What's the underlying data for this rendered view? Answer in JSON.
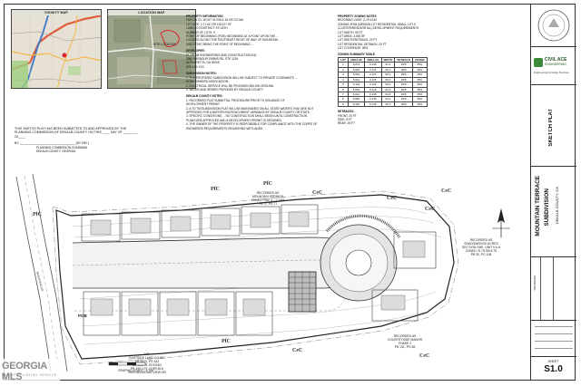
{
  "maps": {
    "vicinity_title": "VICINITY MAP",
    "location_title": "LOCATION MAP",
    "site_label": "SITE LOCATION"
  },
  "notes": {
    "info_title": "PROPERTY INFORMATION",
    "info_lines": [
      "PARCEL ID: 18 097 03 008 & 18 097 03 046",
      "LOT SIZE: 2.71 AC OR 118,127 SF",
      "LAND LOT/DISTRICT: 97/ 18TH",
      "NUMBER OF LOTS: 9",
      "POINT OF BEGINNING (POB): BEGINNING AT A POINT UPON THE ...",
      "LOCATED ALONG THE SOUTHEAST RIGHT OF WAY OF MOUNTAIN ...",
      "SAID POINT BEING THE POINT OF BEGINNING ..."
    ],
    "developer_title": "DEVELOPER:",
    "developer_lines": [
      "EL GRAM ENGINEERING AND CONSTRUCTION INC",
      "3380 HARBOUR FARMS RD, STE 1234",
      "ALPHARETTA, GA 30005",
      "678 XXX XXX"
    ],
    "sub_title": "SUBDIVISION NOTES:",
    "sub_lines": [
      "1. THE PROPOSED SUBDIVISION WILL BE SUBJECT TO PRIVATE COVENANTS ...",
      "   HOMEOWNERS ASSOCIATION.",
      "2. ELECTRICAL SERVICE WILL BE PROVIDED BELOW GROUND.",
      "3. WATER AND SEWER PROVIDED BY DEKALB COUNTY"
    ],
    "dekalb_title": "DEKALB COUNTY NOTES:",
    "dekalb_lines": [
      "1. RECORDED PLAT SUBMITTAL PROCEDURE PRIOR TO ISSUANCE OF",
      "   DEVELOPMENT PERMIT.",
      "2. A TO TIE/SUBDIVISION PLAT WILL BE MAINTAINED ON ALL STATE WATERS THAT ARE NOT",
      "   APPROVED FOR A BUFFER ENCROACHMENT VARIANCE BY DEKALB COUNTY OR STATE.",
      "3. SPECIFIC CONDITIONS ... NO CONSTRUCTION SHALL BEGIN UNTIL CONSTRUCTION",
      "   PLANS ARE APPROVED AND A DEVELOPMENT PERMIT IS OBTAINED.",
      "4. THE OWNER OF THE PROPERTY IS RESPONSIBLE FOR COMPLIANCE WITH THE CORPS OF",
      "   ENGINEERS REQUIREMENTS REGARDING WETLANDS."
    ]
  },
  "zoning": {
    "title": "PROPERTY ZONING NOTES",
    "lines": [
      "REZONING CASE: Z-19-1234",
      "ZONING: RSM (MEDIUM LOT RESIDENTIAL SMALL LOT-5",
      "CLUSTER/RESIDENTIAL) DEVELOPMENT REQUIREMENTS",
      "LOT WIDTH: 60 FT",
      "LOT AREA: 3,500 SF",
      "LOT WIDTH/SETBACK: 20 FT",
      "LOT RESIDENTIAL SETBACK: 20 FT",
      "LOT COVERAGE: 35%"
    ],
    "table_title": "ZONING SUMMARY TABLE",
    "table_headers": [
      "LOT",
      "AREA SF",
      "AREA AC",
      "WIDTH",
      "SETBACK",
      "COVER"
    ],
    "table_rows": [
      [
        "1",
        "5,874",
        "0.135",
        "61.2",
        "20/5",
        "35%"
      ],
      [
        "2",
        "5,016",
        "0.115",
        "60.0",
        "20/5",
        "35%"
      ],
      [
        "3",
        "5,003",
        "0.115",
        "60.0",
        "20/5",
        "35%"
      ],
      [
        "4",
        "5,011",
        "0.115",
        "60.0",
        "20/5",
        "35%"
      ],
      [
        "5",
        "5,122",
        "0.118",
        "60.0",
        "20/5",
        "35%"
      ],
      [
        "6",
        "5,640",
        "0.129",
        "62.3",
        "20/5",
        "35%"
      ],
      [
        "7",
        "6,012",
        "0.138",
        "64.8",
        "20/5",
        "35%"
      ],
      [
        "8",
        "5,884",
        "0.135",
        "63.1",
        "20/5",
        "35%"
      ],
      [
        "9",
        "6,320",
        "0.145",
        "66.0",
        "20/5",
        "35%"
      ]
    ],
    "setback_title": "SETBACKS",
    "setback_lines": [
      "FRONT: 20 FT",
      "SIDE: 5 FT",
      "REAR: 15 FT"
    ]
  },
  "approval": {
    "line1": "THIS SKETCH PLAT HAS BEEN SUBMITTED TO AND APPROVED BY THE",
    "line2": "PLANNING COMMISSION OF DEKALB COUNTY ON THIS ____ DAY OF ________",
    "line3": "20____",
    "sig_by": "BY: ________________________________  (BY DIR.)",
    "sig_line1": "PLANNING COMMISSION CHAIRMAN",
    "sig_line2": "DEKALB COUNTY, GEORGIA"
  },
  "plan": {
    "zones": [
      "PfC",
      "PfC",
      "CeC",
      "CeC",
      "CeC",
      "CeC",
      "PfC",
      "CeC",
      "PfC",
      "CeC"
    ],
    "recorded_top": [
      "RECORDED AS",
      "MOUNTAIN SPRINGS",
      "ZONED: RSF-1 .. 7.74M",
      "PB 72, PG 77"
    ],
    "recorded_right": [
      "RECORDED AS",
      "SHADOWROCK ACRES",
      "SECTION ONE, UNIT 5 & 6",
      "ZONED: R-75 DB 6.75",
      "PB 30, PG 108"
    ],
    "recorded_bottom_left": [
      "N/F",
      "EASTSIDE LAND CO INC",
      "DB 5823, PG 442",
      "ZONED: R-75 ROAD",
      "PB 195 LOT 13 PB BLK",
      "9999 MOUNTAIN VIEW DR"
    ],
    "recorded_bottom_right": [
      "RECORDED AS",
      "COUNTRYSIDE MANOR",
      "PHASE 2",
      "PB 131, PG 56"
    ],
    "pob": "POB",
    "road_label": "MOUNTAIN DR",
    "scale_label": "GRAPHIC SCALE - 1\"=50'"
  },
  "title_block": {
    "company_name": "CIVIL ACE",
    "company_sub": "ENGINEERING",
    "company_addr": "Engineering & Design Services",
    "sheet_title": "SKETCH PLAT",
    "project_name": "MOUNTAIN TERRACE",
    "project_name2": "SUBDIVISION",
    "county": "DEKALB COUNTY, GA",
    "revisions_label": "REVISIONS",
    "sheet_label": "SHEET",
    "sheet_number": "S1.0"
  },
  "watermark": {
    "brand": "GEORGIA MLS",
    "brand_sub": "MULTIPLE LISTING SERVICE"
  }
}
